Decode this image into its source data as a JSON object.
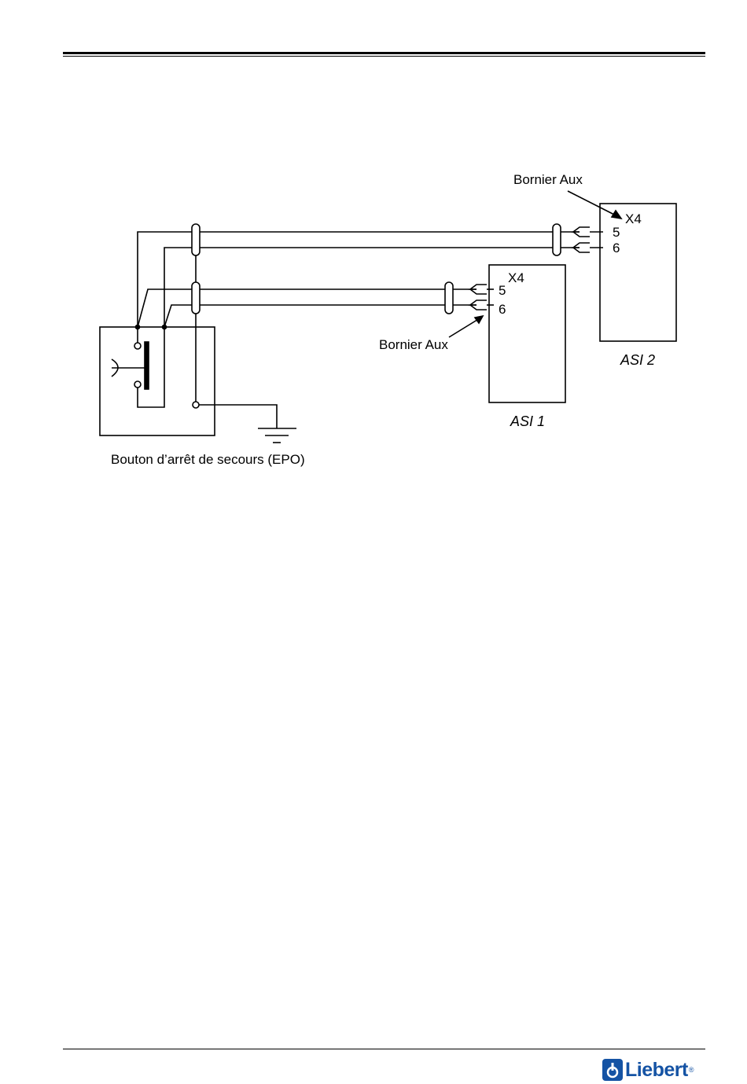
{
  "diagram": {
    "asi1": {
      "label": "ASI 1",
      "terminal": "X4",
      "pin5": "5",
      "pin6": "6",
      "block_label": "Bornier Aux"
    },
    "asi2": {
      "label": "ASI 2",
      "terminal": "X4",
      "pin5": "5",
      "pin6": "6",
      "block_label": "Bornier Aux"
    },
    "epo_label": "Bouton d’arrêt de secours (EPO)"
  },
  "footer": {
    "brand": "Liebert",
    "brand_mark": "®",
    "brand_color": "#1553a4"
  }
}
